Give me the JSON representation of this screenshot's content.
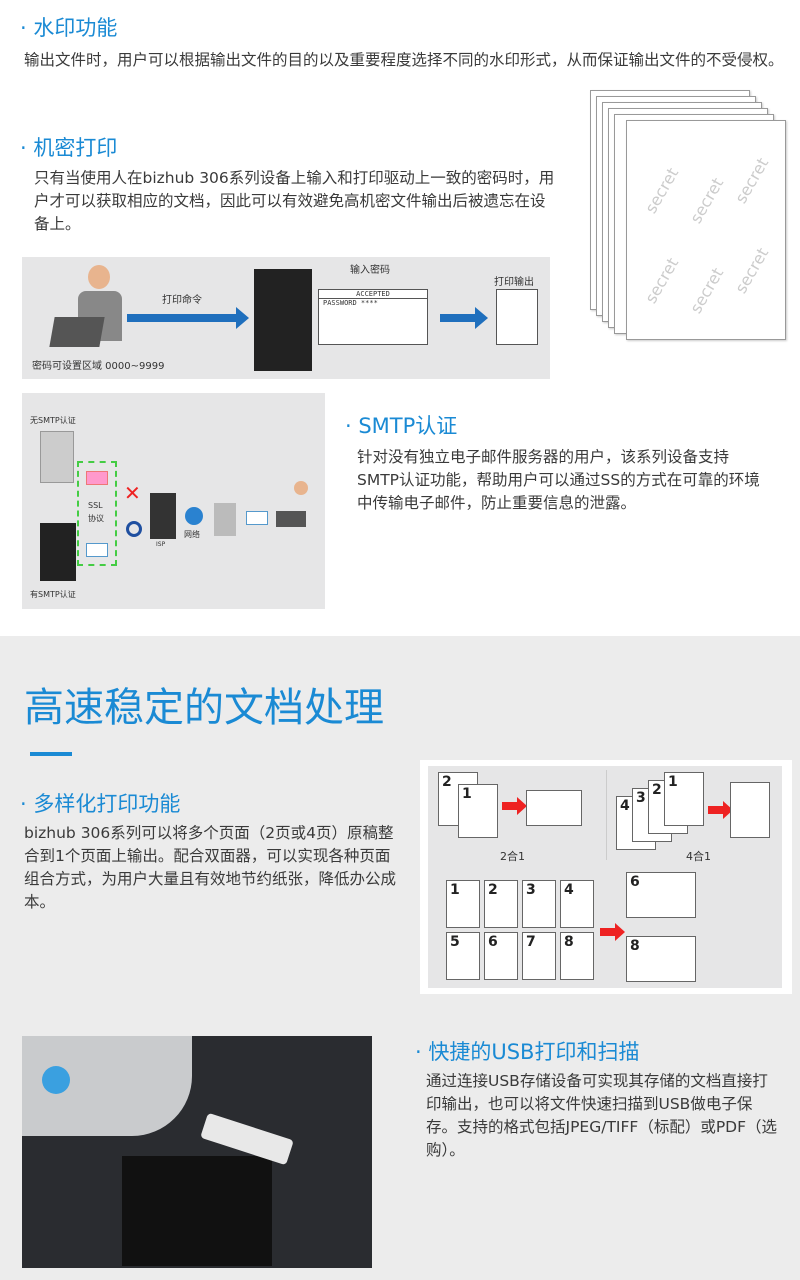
{
  "watermark": {
    "title": "· 水印功能",
    "desc": "输出文件时，用户可以根据输出文件的目的以及重要程度选择不同的水印形式，从而保证输出文件的不受侵权。",
    "stamp": "secret"
  },
  "secure_print": {
    "title": "· 机密打印",
    "desc": "只有当使用人在bizhub 306系列设备上输入和打印驱动上一致的密码时，用户才可以获取相应的文档，因此可以有效避免高机密文件输出后被遗忘在设备上。",
    "diagram": {
      "print_command": "打印命令",
      "enter_password": "输入密码",
      "accepted": "ACCEPTED",
      "password": "PASSWORD ****",
      "print_output": "打印输出",
      "range": "密码可设置区域 0000~9999"
    }
  },
  "smtp": {
    "title": "· SMTP认证",
    "desc": "针对没有独立电子邮件服务器的用户，该系列设备支持SMTP认证功能，帮助用户可以通过SS的方式在可靠的环境中传输电子邮件，防止重要信息的泄露。",
    "diagram": {
      "without": "无SMTP认证",
      "ssl": "SSL",
      "protocol": "协议",
      "isp": "ISP",
      "network": "网络",
      "with": "有SMTP认证"
    }
  },
  "section_heading": "高速稳定的文档处理",
  "multi_print": {
    "title": "· 多样化打印功能",
    "desc": "bizhub 306系列可以将多个页面（2页或4页）原稿整合到1个页面上输出。配合双面器，可以实现各种页面组合方式，为用户大量且有效地节约纸张，降低办公成本。",
    "diagram": {
      "two_in_one": "2合1",
      "four_in_one": "4合1",
      "pages": [
        "1",
        "2",
        "3",
        "4",
        "5",
        "6",
        "7",
        "8"
      ]
    }
  },
  "usb": {
    "title": "· 快捷的USB打印和扫描",
    "desc": "通过连接USB存储设备可实现其存储的文档直接打印输出，也可以将文件快速扫描到USB做电子保存。支持的格式包括JPEG/TIFF（标配）或PDF（选购）。"
  },
  "colors": {
    "accent": "#1a8ad4",
    "arrow": "#1f6fbd",
    "red": "#e22222",
    "lower_bg": "#ececec"
  }
}
